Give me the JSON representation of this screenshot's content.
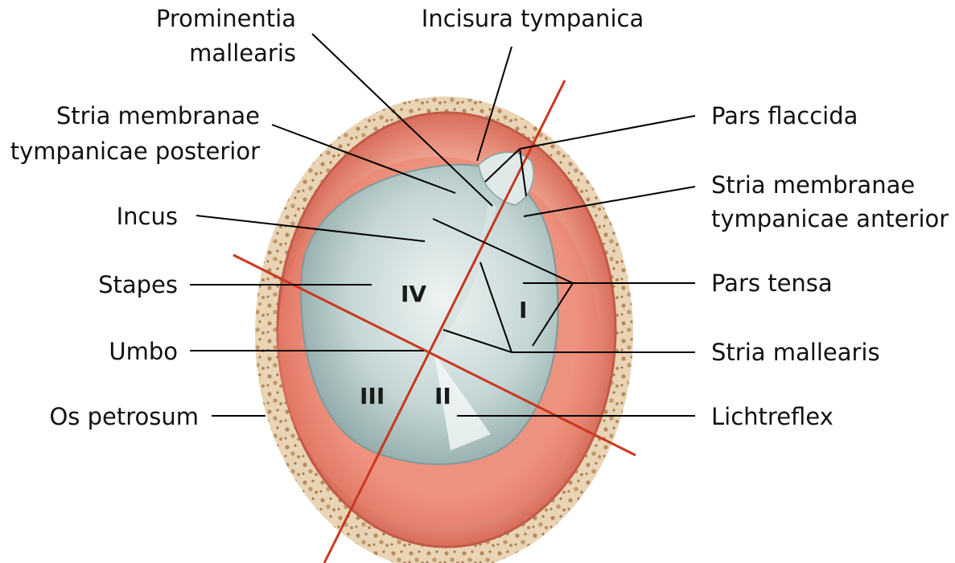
{
  "labels": {
    "prominentia_l1": "Prominentia",
    "prominentia_l2": "mallearis",
    "incisura": "Incisura tympanica",
    "stria_post_l1": "Stria membranae",
    "stria_post_l2": "tympanicae posterior",
    "incus": "Incus",
    "stapes": "Stapes",
    "umbo": "Umbo",
    "os_petrosum": "Os petrosum",
    "pars_flaccida": "Pars flaccida",
    "stria_ant_l1": "Stria membranae",
    "stria_ant_l2": "tympanicae anterior",
    "pars_tensa": "Pars tensa",
    "stria_mallearis": "Stria mallearis",
    "lichtreflex": "Lichtreflex"
  },
  "quadrants": {
    "q1": "I",
    "q2": "II",
    "q3": "III",
    "q4": "IV"
  },
  "colors": {
    "bone": "#e6cfae",
    "bone_pores": "#b58a5e",
    "ring": "#d9705d",
    "ring_light": "#f0a593",
    "membrane": "#bcd0cf",
    "membrane_light": "#e4eeed",
    "axis_line": "#c8381f",
    "leader": "#000000"
  }
}
